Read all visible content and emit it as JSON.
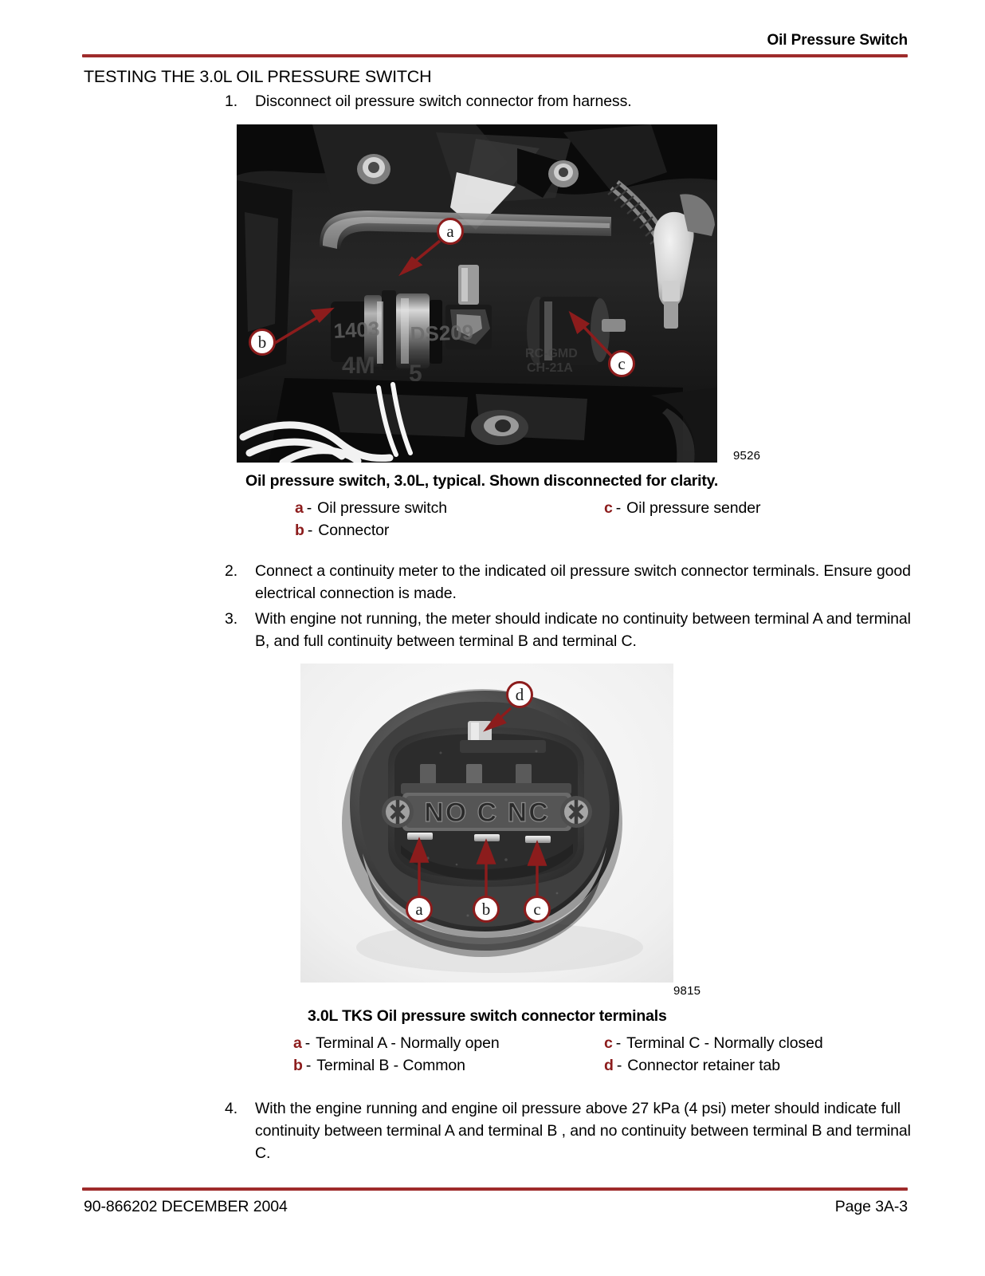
{
  "header": {
    "title": "Oil Pressure Switch",
    "rule_color": "#9e2b2b"
  },
  "section": {
    "title": "TESTING THE 3.0L OIL PRESSURE SWITCH"
  },
  "steps": [
    {
      "number": "1.",
      "text": "Disconnect oil pressure switch connector from harness."
    },
    {
      "number": "2.",
      "text": "Connect a continuity meter to the indicated oil pressure switch connector terminals. Ensure good electrical connection is made."
    },
    {
      "number": "3.",
      "text": "With engine not running, the meter should indicate no continuity between terminal A and terminal B, and full continuity between terminal B and terminal C."
    },
    {
      "number": "4.",
      "text": "With the engine running and engine oil pressure above 27 kPa (4 psi) meter should indicate full continuity between terminal A and terminal B , and no continuity between terminal B and terminal C."
    }
  ],
  "figure1": {
    "photo_id": "9526",
    "caption": "Oil pressure switch, 3.0L, typical. Shown disconnected for clarity.",
    "callouts": [
      "a",
      "b",
      "c"
    ],
    "legend": [
      {
        "key": "a",
        "dash": "-",
        "text": "Oil pressure switch"
      },
      {
        "key": "c",
        "dash": "-",
        "text": "Oil pressure sender"
      },
      {
        "key": "b",
        "dash": "-",
        "text": "Connector"
      },
      {
        "key": "",
        "dash": "",
        "text": ""
      }
    ]
  },
  "figure2": {
    "photo_id": "9815",
    "caption": "3.0L TKS Oil pressure switch connector terminals",
    "embossed_text": "NO  C  NC",
    "callouts": [
      "a",
      "b",
      "c",
      "d"
    ],
    "legend": [
      {
        "key": "a",
        "dash": "-",
        "text": "Terminal A - Normally open"
      },
      {
        "key": "c",
        "dash": "-",
        "text": "Terminal C - Normally closed"
      },
      {
        "key": "b",
        "dash": "-",
        "text": "Terminal B - Common"
      },
      {
        "key": "d",
        "dash": "-",
        "text": "Connector retainer tab"
      }
    ]
  },
  "footer": {
    "left": "90-866202  DECEMBER  2004",
    "right": "Page 3A-3"
  },
  "colors": {
    "accent_red": "#9e2b2b",
    "legend_key_red": "#8c1c1c"
  }
}
